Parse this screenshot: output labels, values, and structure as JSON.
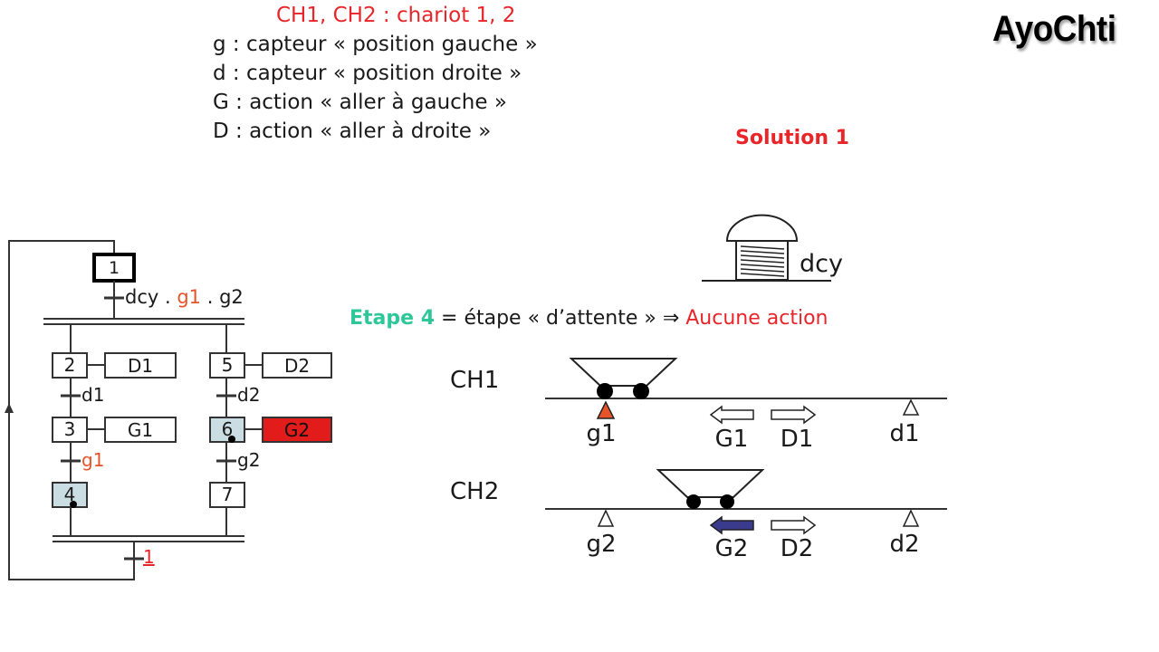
{
  "legend": {
    "title": "CH1, CH2 : chariot 1, 2",
    "lines": [
      "g : capteur « position gauche »",
      "d : capteur « position droite »",
      "G : action « aller à gauche »",
      "D : action « aller à droite »"
    ]
  },
  "brand": "AyoChti",
  "solution": "Solution 1",
  "etape": {
    "label": "Etape 4",
    "text": " = étape « d’attente » ⇒ ",
    "action": "Aucune action"
  },
  "grafcet": {
    "step1": "1",
    "transition1": {
      "dcy": "dcy",
      "sep1": " . ",
      "g1": "g1",
      "sep2": " . ",
      "g2": "g2"
    },
    "branch_left": {
      "step_a": "2",
      "action_a": "D1",
      "trans_a": "d1",
      "step_b": "3",
      "action_b": "G1",
      "trans_b": "g1",
      "step_c": "4"
    },
    "branch_right": {
      "step_a": "5",
      "action_a": "D2",
      "trans_a": "d2",
      "step_b": "6",
      "action_b": "G2",
      "trans_b": "g2",
      "step_c": "7"
    },
    "final_transition": "1"
  },
  "button_label": "dcy",
  "track1": {
    "name": "CH1",
    "g": "g1",
    "G": "G1",
    "D": "D1",
    "d": "d1"
  },
  "track2": {
    "name": "CH2",
    "g": "g2",
    "G": "G2",
    "D": "D2",
    "d": "d2"
  },
  "colors": {
    "red": "#e8262a",
    "teal": "#2ec79a",
    "active_step": "#c9dde2",
    "active_action": "#e21b1b",
    "active_arrow": "#3a3b8c",
    "sensor_active": "#e8542a"
  }
}
